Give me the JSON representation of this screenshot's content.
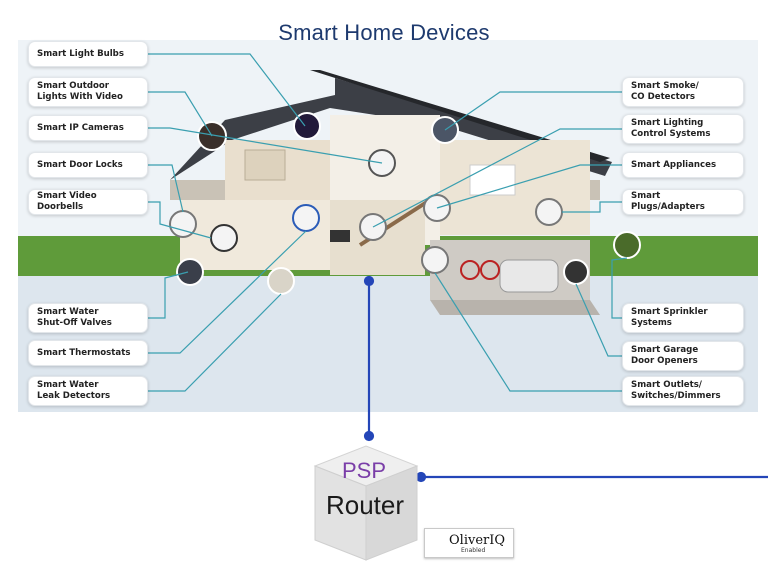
{
  "title": "Smart Home Devices",
  "labels_left": [
    "Smart Light Bulbs",
    "Smart Outdoor\nLights With Video",
    "Smart IP Cameras",
    "Smart Door Locks",
    "Smart Video Doorbells",
    "Smart Water\nShut-Off Valves",
    "Smart Thermostats",
    "Smart Water\nLeak Detectors"
  ],
  "labels_right": [
    "Smart Smoke/\nCO Detectors",
    "Smart Lighting\nControl Systems",
    "Smart Appliances",
    "Smart Plugs/Adapters",
    "Smart Sprinkler\nSystems",
    "Smart Garage\nDoor Openers",
    "Smart Outlets/\nSwitches/Dimmers"
  ],
  "router": {
    "line1": "PSP",
    "line2": "Router"
  },
  "logo": {
    "brand": "OliverIQ",
    "tag": "Enabled"
  },
  "colors": {
    "title": "#1e3a6e",
    "connector": "#3a9fb0",
    "router_link": "#2446b8",
    "psp": "#7a3ea8"
  }
}
